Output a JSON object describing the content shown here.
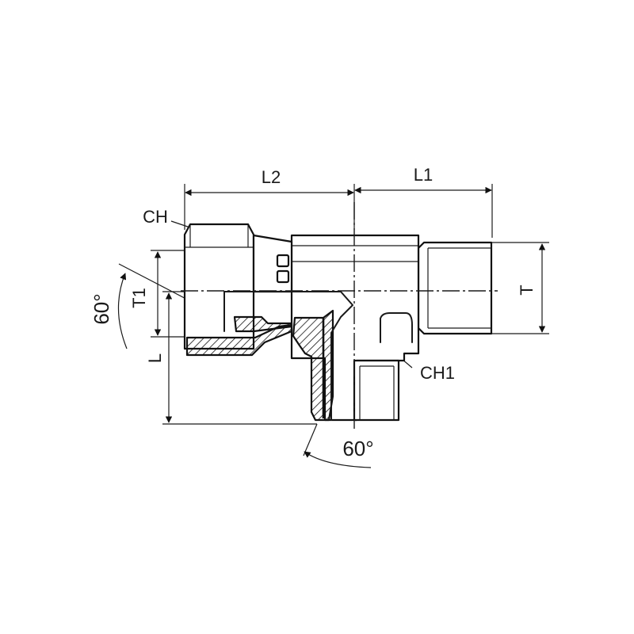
{
  "labels": {
    "l2": "L2",
    "l1": "L1",
    "ch": "CH",
    "ch1": "CH1",
    "t": "T",
    "t1": "T1",
    "l": "L",
    "angle_left": "60°",
    "angle_bottom": "60°"
  }
}
